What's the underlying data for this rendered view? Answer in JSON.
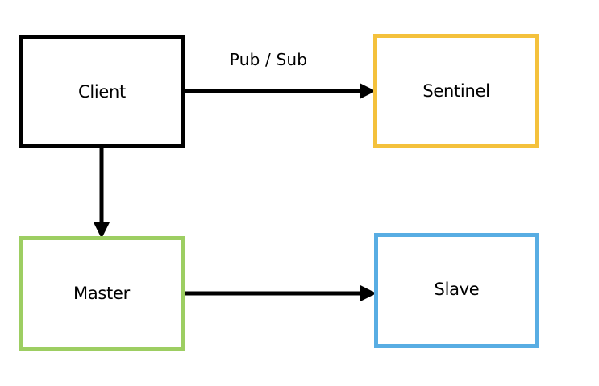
{
  "nodes": {
    "client": {
      "label": "Client",
      "border_color": "#000000"
    },
    "sentinel": {
      "label": "Sentinel",
      "border_color": "#f4c13c"
    },
    "master": {
      "label": "Master",
      "border_color": "#9dce62"
    },
    "slave": {
      "label": "Slave",
      "border_color": "#58ade3"
    }
  },
  "edges": [
    {
      "from": "client",
      "to": "sentinel",
      "label": "Pub / Sub"
    },
    {
      "from": "client",
      "to": "master",
      "label": ""
    },
    {
      "from": "master",
      "to": "slave",
      "label": ""
    }
  ],
  "edge_label": "Pub / Sub",
  "arrow_color": "#000000"
}
